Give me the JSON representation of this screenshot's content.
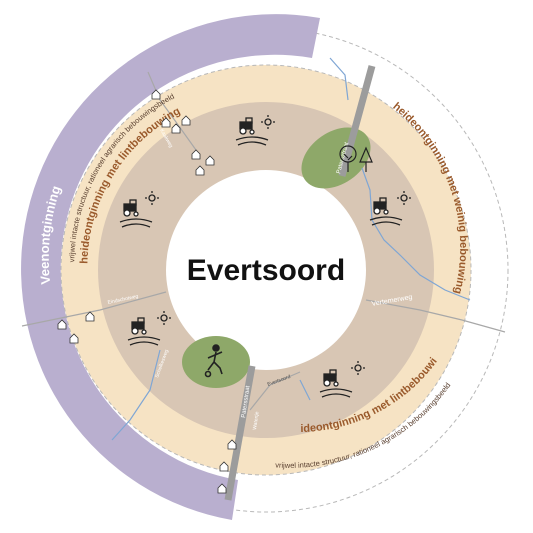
{
  "title": "Evertsoord",
  "rings": {
    "veen": "Veenontginning",
    "lint_top_main": "heideontginning met lintbebouwing",
    "lint_top_sub": "vrijwel intacte structuur, rationeel agrarisch bebouwingsbeeld",
    "weinig": "heideontginning met weinig bebouwing",
    "lint_bottom_main": "heideontginning met lintbebouwing",
    "lint_bottom_sub": "vrijwel intacte structuur, rationeel agrarisch bebouwingsbeeld"
  },
  "roads": {
    "paterstraat_top": "Patersstraat",
    "paterstraat_bottom": "Patersstraat",
    "vertemerweg": "Vertemerweg",
    "evertsoord": "Evertsoord",
    "eindschotweg": "Eindschotweg",
    "kaakweg": "Kaakweg",
    "schelkesweg": "Schelkesweg",
    "watertje": "Watertje"
  },
  "colors": {
    "purple": "#b9afcf",
    "cream": "#f6e3c4",
    "tan": "#d8c6b4",
    "green": "#8ea869",
    "text_brown": "#9a5a2c",
    "road_gray": "#a8a8a8",
    "water": "#7fa6d4"
  },
  "icons": {
    "farm": "tractor-field-sun-icon",
    "forest": "trees-icon",
    "sport": "football-player-icon",
    "house": "house-icon"
  }
}
